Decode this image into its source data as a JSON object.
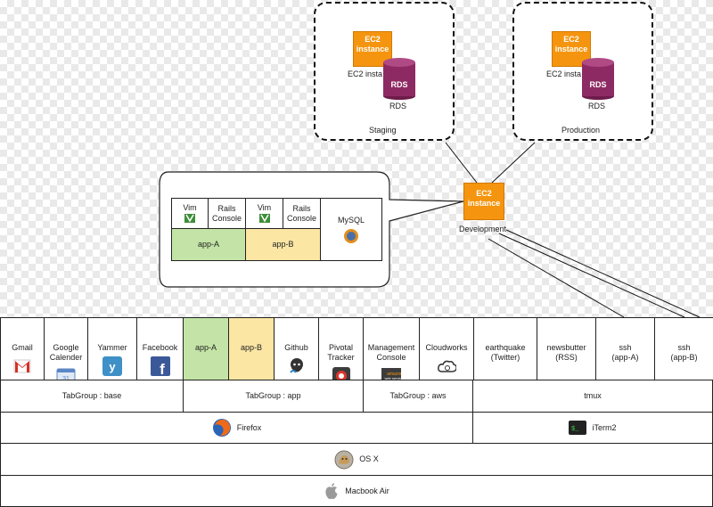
{
  "cloud": {
    "staging": {
      "ec2_label": "EC2\ninstance",
      "ec2_caption": "EC2 insta",
      "rds_label": "RDS",
      "rds_caption": "RDS",
      "zone_label": "Staging"
    },
    "production": {
      "ec2_label": "EC2\ninstance",
      "ec2_caption": "EC2 insta",
      "rds_label": "RDS",
      "rds_caption": "RDS",
      "zone_label": "Production"
    },
    "development": {
      "ec2_label": "EC2\ninstance",
      "caption": "Development"
    }
  },
  "dev_bubble": {
    "cells": [
      {
        "label": "Vim"
      },
      {
        "label": "Rails\nConsole"
      },
      {
        "label": "Vim"
      },
      {
        "label": "Rails\nConsole"
      }
    ],
    "app_a": "app-A",
    "app_b": "app-B",
    "mysql": "MySQL"
  },
  "apps": [
    {
      "label": "Gmail",
      "icon": "gmail-icon",
      "bg": "#ffffff"
    },
    {
      "label": "Google\nCalender",
      "icon": "google-calendar-icon",
      "bg": "#ffffff"
    },
    {
      "label": "Yammer",
      "icon": "yammer-icon",
      "bg": "#ffffff"
    },
    {
      "label": "Facebook",
      "icon": "facebook-icon",
      "bg": "#ffffff"
    },
    {
      "label": "app-A",
      "icon": "",
      "bg": "#c3e4a6"
    },
    {
      "label": "app-B",
      "icon": "",
      "bg": "#fbe6a4"
    },
    {
      "label": "Github",
      "icon": "github-octocat-icon",
      "bg": "#ffffff"
    },
    {
      "label": "Pivotal\nTracker",
      "icon": "pivotal-tracker-icon",
      "bg": "#ffffff"
    },
    {
      "label": "Management\nConsole",
      "icon": "amazon-web-services-icon",
      "bg": "#ffffff"
    },
    {
      "label": "Cloudworks",
      "icon": "cloudworks-icon",
      "bg": "#ffffff"
    },
    {
      "label": "earthquake\n(Twitter)",
      "icon": "",
      "bg": "#ffffff"
    },
    {
      "label": "newsbutter\n(RSS)",
      "icon": "",
      "bg": "#ffffff"
    },
    {
      "label": "ssh\n(app-A)",
      "icon": "",
      "bg": "#ffffff"
    },
    {
      "label": "ssh\n(app-B)",
      "icon": "",
      "bg": "#ffffff"
    }
  ],
  "tabgroups": {
    "base": "TabGroup : base",
    "app": "TabGroup : app",
    "aws": "TabGroup : aws",
    "tmux": "tmux"
  },
  "layers": {
    "firefox": "Firefox",
    "iterm": "iTerm2",
    "osx": "OS X",
    "macbook": "Macbook Air"
  },
  "colors": {
    "ec2": "#f5950f",
    "rds": "#8e2a63",
    "app_a": "#c3e4a6",
    "app_b": "#fbe6a4"
  }
}
